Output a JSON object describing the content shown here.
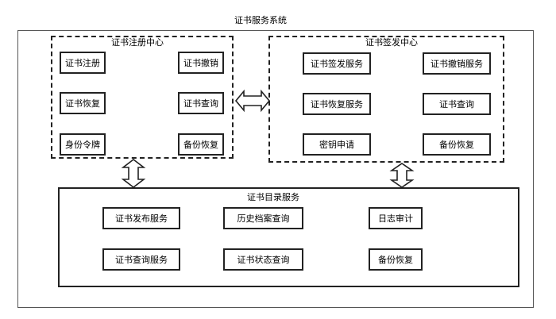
{
  "diagram": {
    "title": "证书服务系统",
    "registration_center": {
      "title": "证书注册中心",
      "items": [
        "证书注册",
        "证书撤销",
        "证书恢复",
        "证书查询",
        "身份令牌",
        "备份恢复"
      ]
    },
    "issuing_center": {
      "title": "证书签发中心",
      "items": [
        "证书签发服务",
        "证书撤销服务",
        "证书恢复服务",
        "证书查询",
        "密钥申请",
        "备份恢复"
      ]
    },
    "directory_service": {
      "title": "证书目录服务",
      "items": [
        "证书发布服务",
        "历史档案查询",
        "日志审计",
        "证书查询服务",
        "证书状态查询",
        "备份恢复"
      ]
    }
  }
}
